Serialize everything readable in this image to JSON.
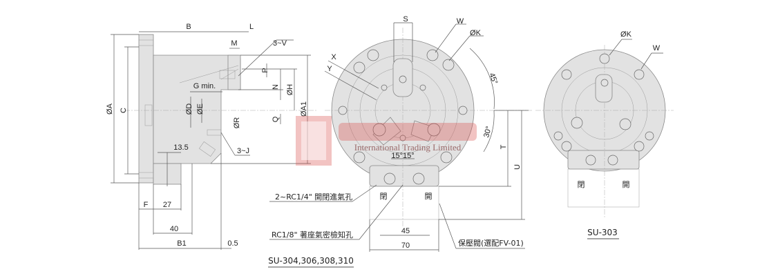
{
  "side_view": {
    "labels": {
      "B": "B",
      "L": "L",
      "M": "M",
      "V": "3~V",
      "P": "P",
      "N": "N",
      "H": "ØH",
      "A1": "ØA1",
      "Q": "Q",
      "G": "G min.",
      "D": "ØD",
      "E": "ØE",
      "R": "ØR",
      "A": "ØA",
      "C": "C",
      "d13_5": "13.5",
      "J": "3~J",
      "F": "F",
      "d27": "27",
      "d40": "40",
      "B1": "B1",
      "d0_5": "0.5"
    }
  },
  "front_view": {
    "labels": {
      "S": "S",
      "W": "W",
      "K": "ØK",
      "X": "X",
      "Y": "Y",
      "a45": "45°",
      "a30": "30°",
      "T": "T",
      "U": "U",
      "a15": "15°15°",
      "close": "閉",
      "open": "開",
      "d45": "45",
      "d70": "70"
    },
    "callouts": {
      "air_port": "2~RC1/4\" 開閉進氣孔",
      "seat_port": "RC1/8\" 著座氣密檢知孔",
      "valve": "保壓閥(選配FV-01)"
    },
    "caption": "SU-304,306,308,310"
  },
  "small_view": {
    "labels": {
      "K": "ØK",
      "W": "W",
      "close": "閉",
      "open": "開"
    },
    "caption": "SU-303"
  },
  "watermark": {
    "subtitle": "International Trading Limited",
    "color": "#d9534f"
  }
}
